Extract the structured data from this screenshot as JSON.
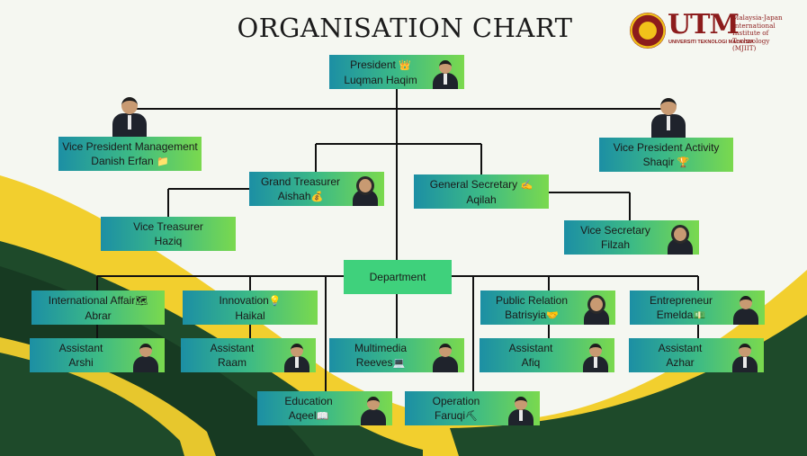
{
  "title": "ORGANISATION CHART",
  "logo": {
    "name": "UTM",
    "subtitle": "UNIVERSITI TEKNOLOGI MALAYSIA",
    "institute_line1": "Malaysia-Japan",
    "institute_line2": "International",
    "institute_line3": "Institute of Technology",
    "institute_line4": "(MJIIT)"
  },
  "colors": {
    "box_gradient_start": "#1c8fa4",
    "box_gradient_end": "#7ad94e",
    "department_box": "#3fd17c",
    "dark_green": "#1e4a2a",
    "yellow": "#f2cf2e"
  },
  "nodes": {
    "president": {
      "role": "President",
      "name": "Luqman Haqim",
      "icon": "crown-icon",
      "glyph": "👑"
    },
    "vp_management": {
      "role": "Vice President Management",
      "name": "Danish Erfan",
      "icon": "folder-icon",
      "glyph": "📁"
    },
    "vp_activity": {
      "role": "Vice President Activity",
      "name": "Shaqir",
      "icon": "trophy-icon",
      "glyph": "🏆"
    },
    "grand_treasurer": {
      "role": "Grand Treasurer",
      "name": "Aishah",
      "icon": "money-bag-icon",
      "glyph": "💰"
    },
    "general_secretary": {
      "role": "General Secretary",
      "name": "Aqilah",
      "icon": "writing-hand-icon",
      "glyph": "✍"
    },
    "vice_treasurer": {
      "role": "Vice Treasurer",
      "name": "Haziq"
    },
    "vice_secretary": {
      "role": "Vice Secretary",
      "name": "Filzah"
    },
    "department": {
      "label": "Department"
    },
    "international_affair": {
      "role": "International Affair",
      "name": "Abrar",
      "icon": "globe-map-icon",
      "glyph": "🗺"
    },
    "innovation": {
      "role": "Innovation",
      "name": "Haikal",
      "icon": "light-bulb-icon",
      "glyph": "💡"
    },
    "multimedia": {
      "role": "Multimedia",
      "name": "Reeves",
      "icon": "laptop-icon",
      "glyph": "💻"
    },
    "public_relation": {
      "role": "Public Relation",
      "name": "Batrisyia",
      "icon": "handshake-icon",
      "glyph": "🤝"
    },
    "entrepreneur": {
      "role": "Entrepreneur",
      "name": "Emelda",
      "icon": "money-icon",
      "glyph": "💵"
    },
    "assistant_arshi": {
      "role": "Assistant",
      "name": "Arshi"
    },
    "assistant_raam": {
      "role": "Assistant",
      "name": "Raam"
    },
    "assistant_afiq": {
      "role": "Assistant",
      "name": "Afiq"
    },
    "assistant_azhar": {
      "role": "Assistant",
      "name": "Azhar"
    },
    "education": {
      "role": "Education",
      "name": "Aqeel",
      "icon": "book-icon",
      "glyph": "📖"
    },
    "operation": {
      "role": "Operation",
      "name": "Faruqi",
      "icon": "hammer-pick-icon",
      "glyph": "⛏"
    }
  }
}
